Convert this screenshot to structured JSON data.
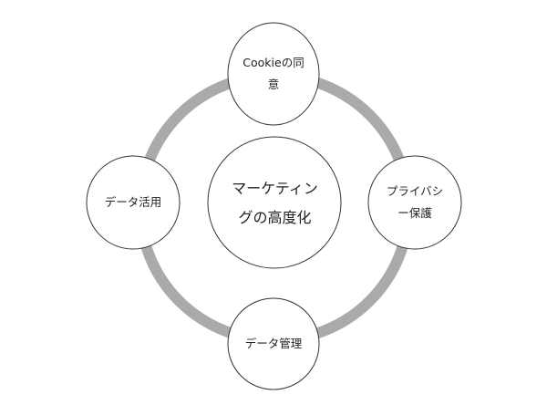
{
  "diagram": {
    "center": {
      "label": "マーケティングの高度化"
    },
    "nodes": [
      {
        "label": "Cookieの同意"
      },
      {
        "label": "プライバシー保護"
      },
      {
        "label": "データ管理"
      },
      {
        "label": "データ活用"
      }
    ],
    "colors": {
      "ring": "#aaaaaa",
      "stroke": "#333333",
      "fill": "#ffffff"
    }
  }
}
